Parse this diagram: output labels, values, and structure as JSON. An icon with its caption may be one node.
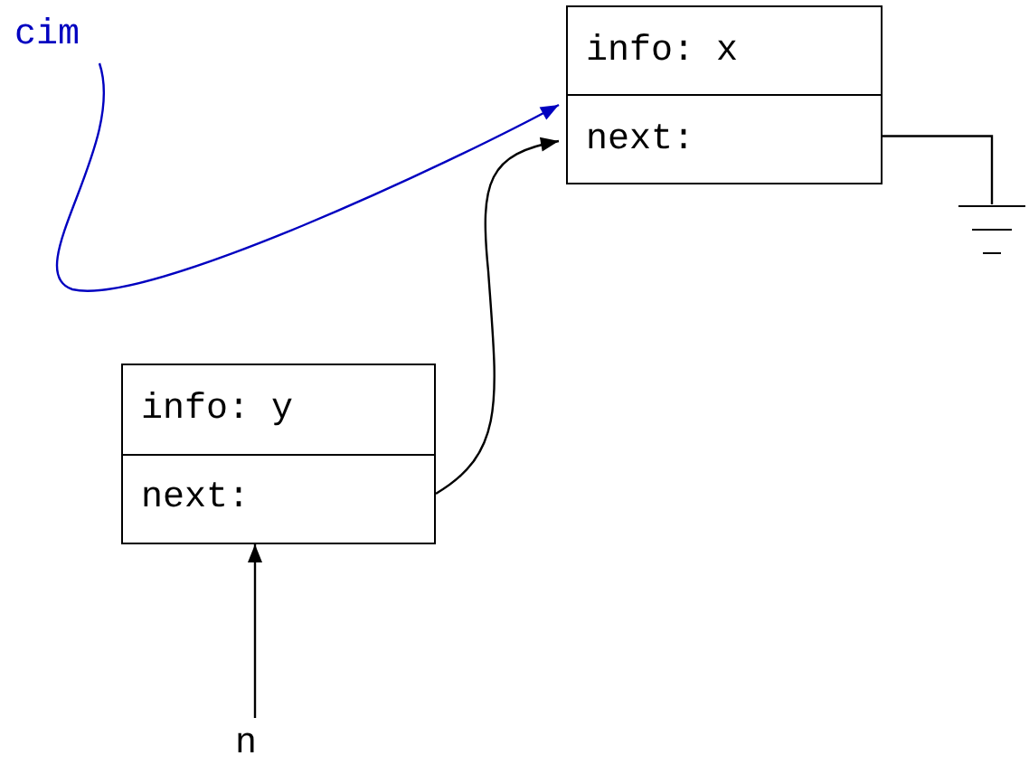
{
  "diagram": {
    "nodes": [
      {
        "text": [
          "cim"
        ]
      },
      {
        "text": [
          "info: x",
          "next:"
        ]
      },
      {
        "text": [],
        "shape": "ground"
      },
      {
        "text": [
          "info: y",
          "next:"
        ]
      },
      {
        "text": [
          "n"
        ]
      }
    ],
    "edges": [
      {
        "from": 0,
        "to": 1,
        "arrow": "to",
        "color": "#0000c0"
      },
      {
        "from": 3,
        "to": 1,
        "arrow": "to"
      },
      {
        "from": 1,
        "to": 2,
        "arrow": "none"
      },
      {
        "from": 4,
        "to": 3,
        "arrow": "to"
      }
    ]
  }
}
